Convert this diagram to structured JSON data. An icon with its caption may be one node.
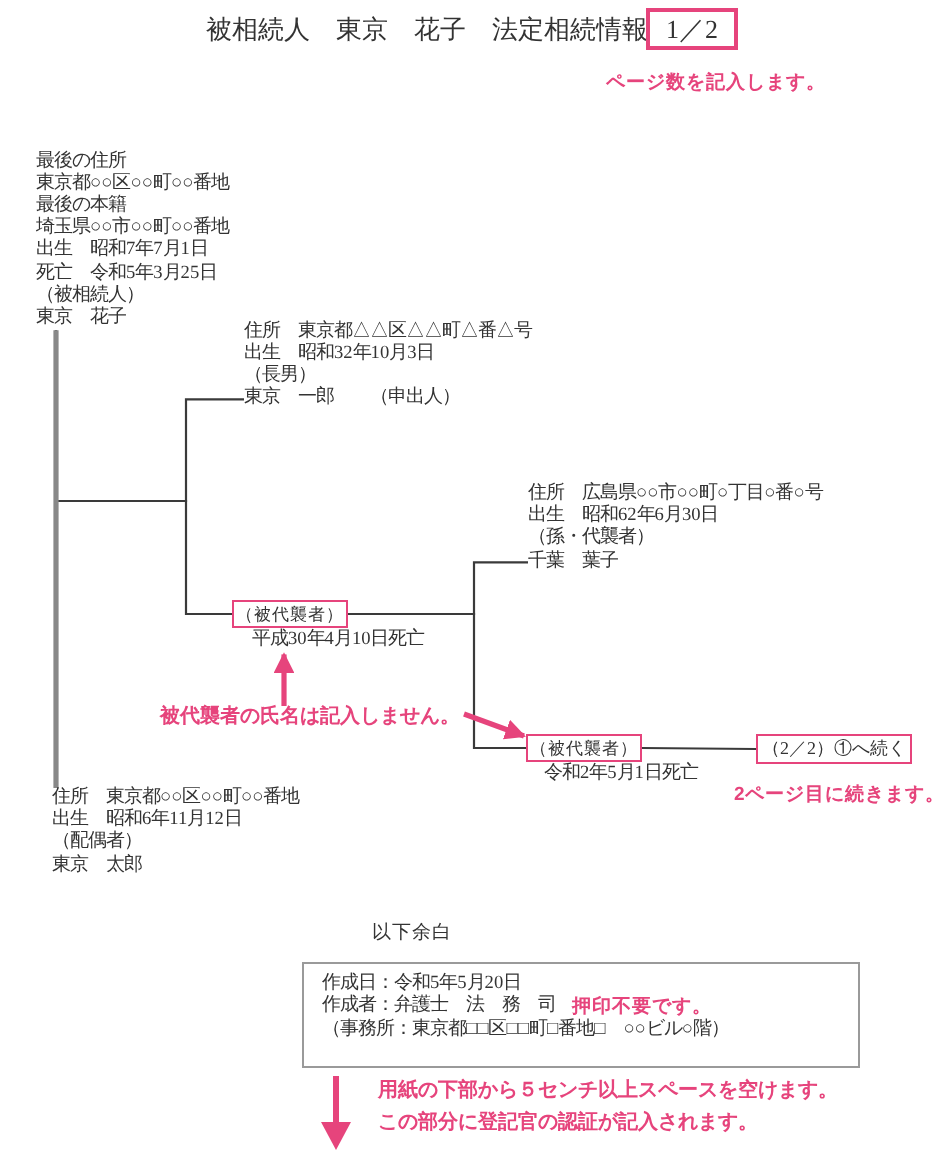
{
  "diagram": {
    "title": "被相続人　東京　花子　法定相続情報",
    "nodes": [
      {
        "text": [
          "1／2"
        ]
      },
      {
        "text": [
          "最後の住所",
          "東京都○○区○○町○○番地",
          "最後の本籍",
          "埼玉県○○市○○町○○番地",
          "出生　昭和7年7月1日",
          "死亡　令和5年3月25日",
          "（被相続人）",
          "東京　花子"
        ]
      },
      {
        "text": [
          "住所　東京都△△区△△町△番△号",
          "出生　昭和32年10月3日",
          "（長男）",
          "東京　一郎　　（申出人）"
        ]
      },
      {
        "text": [
          "住所　広島県○○市○○町○丁目○番○号",
          "出生　昭和62年6月30日",
          "（孫・代襲者）",
          "千葉　葉子"
        ]
      },
      {
        "text": [
          "（被代襲者）"
        ],
        "beside": [
          "平成30年4月10日死亡"
        ]
      },
      {
        "text": [
          "被代襲者の氏名は記入しません。"
        ]
      },
      {
        "text": [
          "（被代襲者）"
        ],
        "beside": [
          "令和2年5月1日死亡"
        ]
      },
      {
        "text": [
          "（2／2）①へ続く"
        ]
      },
      {
        "text": [
          "住所　東京都○○区○○町○○番地",
          "出生　昭和6年11月12日",
          "（配偶者）",
          "東京　太郎"
        ]
      },
      {
        "text": [
          "作成日：令和5年5月20日",
          "作成者：弁護士　法　務　司",
          "押印不要です。",
          "（事務所：東京都□□区□□町□番地□　○○ビル○階）"
        ]
      }
    ],
    "edges": [
      {
        "from": 1,
        "to": 8,
        "arrow": "none",
        "style": "thick",
        "color": "#888888"
      },
      {
        "from": 1,
        "to": 2,
        "arrow": "none"
      },
      {
        "from": 1,
        "to": 4,
        "arrow": "none"
      },
      {
        "from": 4,
        "to": 3,
        "arrow": "none"
      },
      {
        "from": 4,
        "to": 6,
        "arrow": "none"
      },
      {
        "from": 6,
        "to": 7,
        "arrow": "none"
      },
      {
        "from": 5,
        "to": 4,
        "arrow": "to",
        "style": "thick",
        "color": "#e6447c"
      },
      {
        "from": 5,
        "to": 6,
        "arrow": "to",
        "style": "thick",
        "color": "#e6447c"
      }
    ],
    "labels": [
      "ページ数を記入します。",
      "2ページ目に続きます。",
      "以下余白",
      "用紙の下部から５センチ以上スペースを空けます。",
      "この部分に登記官の認証が記入されます。"
    ]
  }
}
